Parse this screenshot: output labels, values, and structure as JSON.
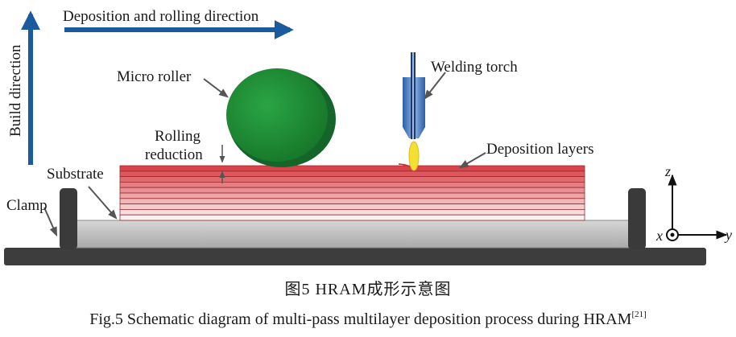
{
  "labels": {
    "deposition_direction": "Deposition and rolling direction",
    "build_direction": "Build direction",
    "micro_roller": "Micro roller",
    "welding_torch": "Welding torch",
    "rolling": "Rolling",
    "reduction": "reduction",
    "deposition_layers": "Deposition layers",
    "substrate": "Substrate",
    "clamp": "Clamp",
    "axis_x": "x",
    "axis_y": "y",
    "axis_z": "z"
  },
  "caption": {
    "zh": "图5   HRAM成形示意图",
    "en": "Fig.5   Schematic diagram of multi-pass multilayer deposition process during HRAM",
    "ref": "[21]"
  },
  "colors": {
    "arrow_blue": "#1a5a9e",
    "roller_green": "#1f8f35",
    "layer_red": "#d9444a",
    "torch_blue": "#3a6fb8",
    "flame_yellow": "#f3e030",
    "base_dark": "#3a3a3a",
    "substrate_gray": "#c8c8c8"
  }
}
